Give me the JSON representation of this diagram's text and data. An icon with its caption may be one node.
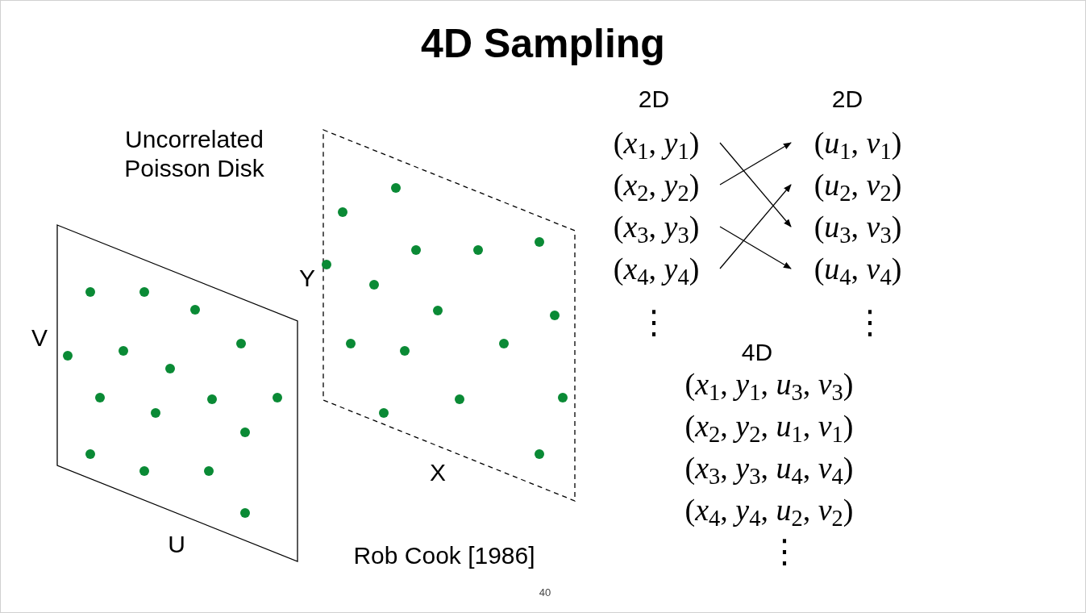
{
  "diagram": {
    "title": "4D Sampling",
    "nodes": [
      {
        "text": [
          "(*x*$_{1}$, *y*$_{1}$)"
        ]
      },
      {
        "text": [
          "(*x*$_{2}$, *y*$_{2}$)"
        ]
      },
      {
        "text": [
          "(*x*$_{3}$, *y*$_{3}$)"
        ]
      },
      {
        "text": [
          "(*x*$_{4}$, *y*$_{4}$)"
        ]
      },
      {
        "text": [
          "(*u*$_{1}$, *v*$_{1}$)"
        ]
      },
      {
        "text": [
          "(*u*$_{2}$, *v*$_{2}$)"
        ]
      },
      {
        "text": [
          "(*u*$_{3}$, *v*$_{3}$)"
        ]
      },
      {
        "text": [
          "(*u*$_{4}$, *v*$_{4}$)"
        ]
      }
    ],
    "edges": [
      {
        "from": 0,
        "to": 6,
        "arrow": "to"
      },
      {
        "from": 1,
        "to": 4,
        "arrow": "to"
      },
      {
        "from": 2,
        "to": 7,
        "arrow": "to"
      },
      {
        "from": 3,
        "to": 5,
        "arrow": "to"
      }
    ],
    "labels": [
      "2D",
      "2D",
      "Uncorrelated Poisson Disk",
      "Y",
      "V",
      "⋮",
      "⋮",
      "4D",
      "(*x*$_{1}$, *y*$_{1}$, *u*$_{3}$, *v*$_{3}$)",
      "(*x*$_{2}$, *y*$_{2}$, *u*$_{1}$, *v*$_{1}$)",
      "(*x*$_{3}$, *y*$_{3}$, *u*$_{4}$, *v*$_{4}$)",
      "(*x*$_{4}$, *y*$_{4}$, *u*$_{2}$, *v*$_{2}$)",
      "X",
      "U",
      "Rob Cook [1986]",
      "⋮",
      "40"
    ]
  }
}
